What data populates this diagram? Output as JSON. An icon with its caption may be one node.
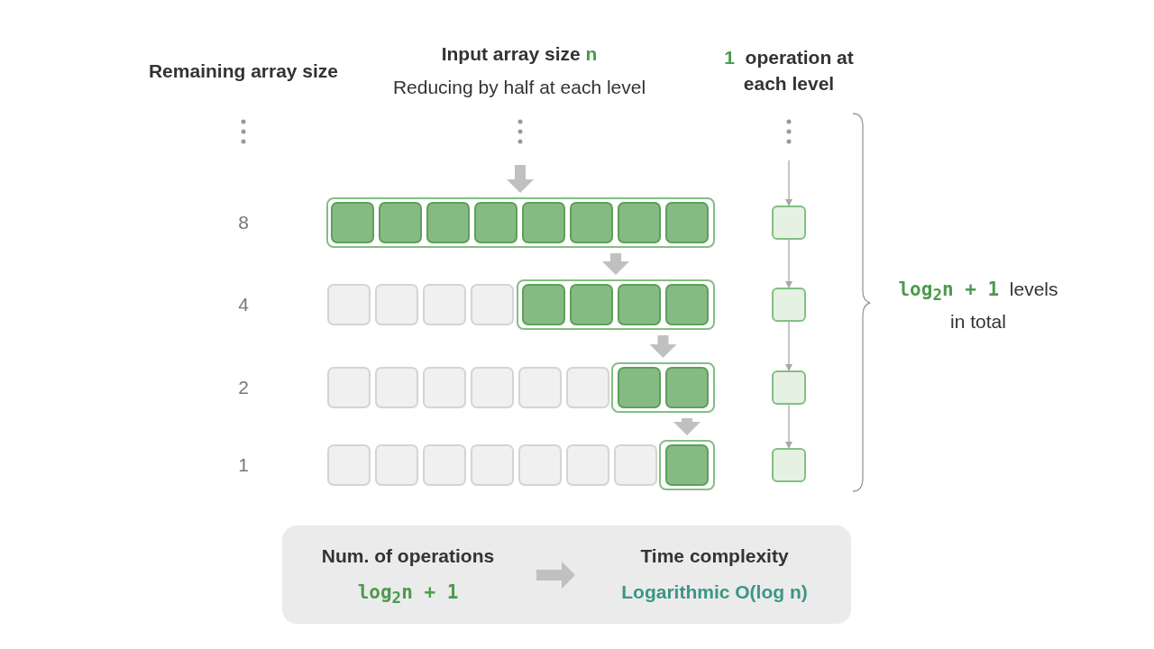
{
  "diagram": {
    "nodes": [
      {
        "text": [],
        "shape": "box"
      },
      {
        "text": [],
        "shape": "box",
        "in": 0
      },
      {
        "text": [],
        "shape": "box",
        "in": 0
      },
      {
        "text": [],
        "shape": "box",
        "in": 0
      },
      {
        "text": [],
        "shape": "box",
        "in": 0
      },
      {
        "text": [],
        "shape": "box",
        "in": 0
      },
      {
        "text": [],
        "shape": "box",
        "in": 0
      },
      {
        "text": [],
        "shape": "box",
        "in": 0
      },
      {
        "text": [],
        "shape": "box",
        "in": 0
      },
      {
        "text": [],
        "shape": "box"
      },
      {
        "text": [],
        "shape": "box"
      },
      {
        "text": [],
        "shape": "box"
      },
      {
        "text": [],
        "shape": "box"
      },
      {
        "text": [],
        "shape": "box"
      },
      {
        "text": [],
        "shape": "box"
      },
      {
        "text": [],
        "shape": "box",
        "in": 14
      },
      {
        "text": [],
        "shape": "box",
        "in": 14
      },
      {
        "text": [],
        "shape": "box",
        "in": 14
      },
      {
        "text": [],
        "shape": "box",
        "in": 14
      },
      {
        "text": [],
        "shape": "box"
      },
      {
        "text": [],
        "shape": "box"
      },
      {
        "text": [],
        "shape": "box"
      },
      {
        "text": [],
        "shape": "box"
      },
      {
        "text": [],
        "shape": "box"
      },
      {
        "text": [],
        "shape": "box"
      },
      {
        "text": [],
        "shape": "box"
      },
      {
        "text": [],
        "shape": "box"
      },
      {
        "text": [],
        "shape": "box",
        "in": 26
      },
      {
        "text": [],
        "shape": "box",
        "in": 26
      },
      {
        "text": [],
        "shape": "box"
      },
      {
        "text": [],
        "shape": "box"
      },
      {
        "text": [],
        "shape": "box"
      },
      {
        "text": [],
        "shape": "box"
      },
      {
        "text": [],
        "shape": "box"
      },
      {
        "text": [],
        "shape": "box"
      },
      {
        "text": [],
        "shape": "box"
      },
      {
        "text": [],
        "shape": "box"
      },
      {
        "text": [],
        "shape": "box"
      },
      {
        "text": [],
        "shape": "box",
        "in": 37
      },
      {
        "text": [],
        "shape": "box"
      },
      {
        "text": [],
        "shape": "box"
      },
      {
        "text": [
          "Num. of operations",
          "log$_{2}$n + 1"
        ],
        "in": 40
      },
      {
        "text": [
          "Time complexity",
          "Logarithmic O(log n)"
        ],
        "in": 40
      }
    ],
    "edges": [
      {
        "from": null,
        "to": 0,
        "arrow": "to",
        "style": "thick"
      },
      {
        "from": 0,
        "to": 14,
        "arrow": "to",
        "style": "thick"
      },
      {
        "from": 14,
        "to": 26,
        "arrow": "to",
        "style": "thick"
      },
      {
        "from": 26,
        "to": 37,
        "arrow": "to",
        "style": "thick"
      },
      {
        "from": null,
        "to": 9,
        "arrow": "to"
      },
      {
        "from": 9,
        "to": 19,
        "arrow": "to"
      },
      {
        "from": 19,
        "to": 29,
        "arrow": "to"
      },
      {
        "from": 29,
        "to": 39,
        "arrow": "to"
      },
      {
        "from": 41,
        "to": 42,
        "arrow": "to",
        "style": "thick"
      }
    ],
    "labels": [
      "Remaining array size",
      "Input array size n",
      "Reducing by half at each level",
      "1 operation at each level",
      "8",
      "4",
      "2",
      "1",
      "log$_{2}$n + 1 levels in total"
    ]
  }
}
